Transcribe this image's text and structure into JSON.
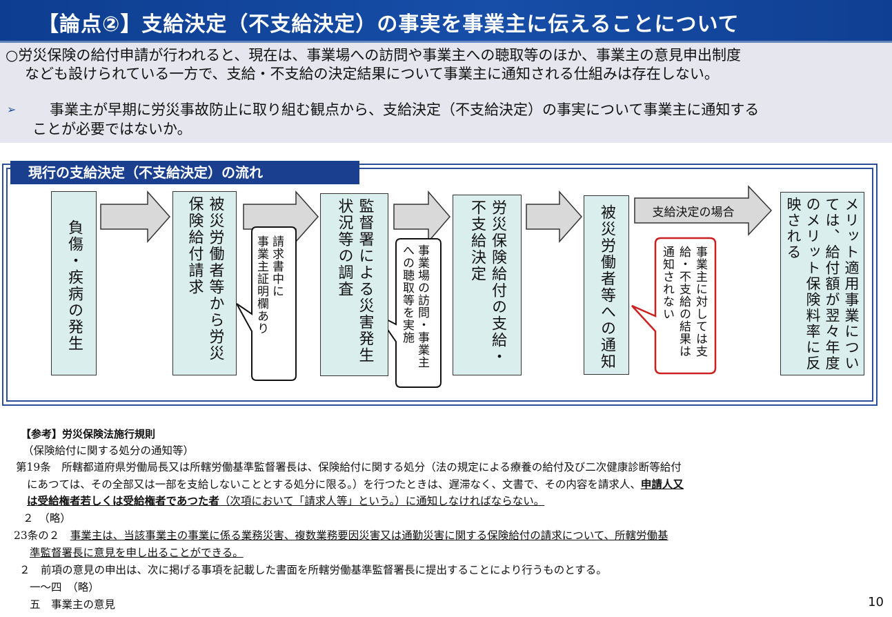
{
  "title": "【論点②】支給決定（不支給決定）の事実を事業主に伝えることについて",
  "summary": {
    "line1": "○労災保険の給付申請が行われると、現在は、事業場への訪問や事業主への聴取等のほか、事業主の意見申出制度",
    "line2": "なども設けられている一方で、支給・不支給の決定結果について事業主に通知される仕組みは存在しない。",
    "bullet_glyph": "➢",
    "bullet_line1": "事業主が早期に労災事故防止に取り組む観点から、支給決定（不支給決定）の事実について事業主に通知する",
    "bullet_line2": "ことが必要ではないか。"
  },
  "flow": {
    "title": "現行の支給決定（不支給決定）の流れ",
    "steps": [
      "負傷・疾病の発生",
      "被災労働者等から労災保険給付請求",
      "監督署による災害発生状況等の調査",
      "労災保険給付の支給・不支給決定",
      "被災労働者等への通知",
      "メリット適用事業については、給付額が翌々年度のメリット保険料率に反映される"
    ],
    "callouts": [
      "請求書中に\n事業主証明欄あり",
      "事業場の訪問・事業主\nへの聴取等を実施",
      "事業主に対しては支\n給・不支給の結果は\n通知されない"
    ],
    "arrow_label": "支給決定の場合",
    "colors": {
      "step_fill": "#dbeeee",
      "flow_border": "#2a4e9a",
      "title_bg": "#1a3f8f",
      "alert_border": "#cc1f1f",
      "arrow_fill": "#d9d9d9"
    }
  },
  "reference": {
    "heading": "【参考】労災保険法施行規則",
    "subheading": "（保険給付に関する処分の通知等）",
    "art19_l1": "第19条　所轄都道府県労働局長又は所轄労働基準監督署長は、保険給付に関する処分（法の規定による療養の給付及び二次健康診断等給付",
    "art19_l2a": "にあつては、その全部又は一部を支給しないこととする処分に限る。）を行つたときは、遅滞なく、文書で、その内容を請求人、",
    "art19_l2b": "申請人又",
    "art19_l3a": "は受給権者若しくは受給権者であつた者",
    "art19_l3b": "（次項において「請求人等」という。）に通知しなければならない。",
    "item2": "２　（略）",
    "art23_prefix": "23条の２　",
    "art23_l1": "事業主は、当該事業主の事業に係る業務災害、複数業務要因災害又は通勤災害に関する保険給付の請求について、所轄労働基",
    "art23_l2": "準監督署長に意見を申し出ることができる。",
    "art23_item2": "２　前項の意見の申出は、次に掲げる事項を記載した書面を所轄労働基準監督署長に提出することにより行うものとする。",
    "art23_item_range": "一～四　（略）",
    "art23_item5": "五　事業主の意見"
  },
  "page_number": "10"
}
